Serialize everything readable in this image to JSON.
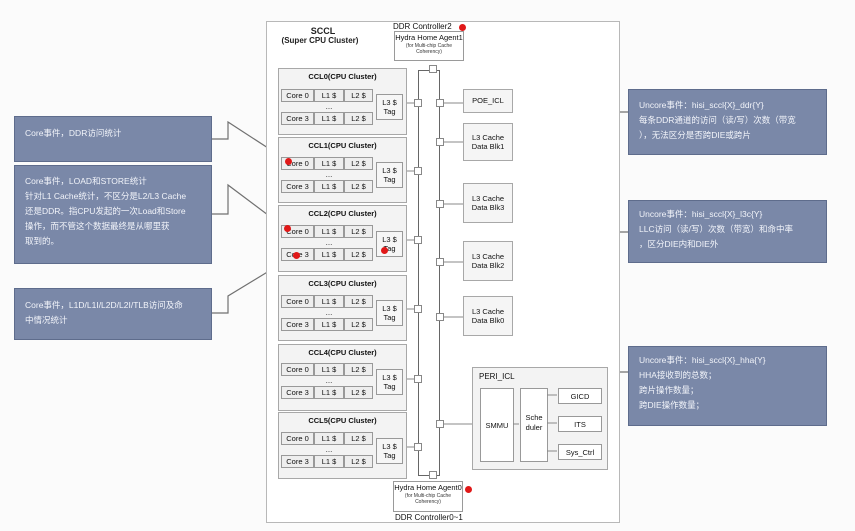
{
  "sccl": {
    "title": "SCCL",
    "subtitle": "(Super CPU Cluster)"
  },
  "ddr_top": "DDR Controller2",
  "ddr_bottom": "DDR Controller0~1",
  "hha_top": {
    "title": "Hydra Home Agent1",
    "sub1": "(for Multi-chip Cache",
    "sub2": "Coherency)"
  },
  "hha_bottom": {
    "title": "Hydra Home Agent0",
    "sub1": "(for Multi-chip Cache",
    "sub2": "Coherency)"
  },
  "clusters": [
    {
      "title": "CCL0(CPU Cluster)"
    },
    {
      "title": "CCL1(CPU Cluster)"
    },
    {
      "title": "CCL2(CPU Cluster)"
    },
    {
      "title": "CCL3(CPU Cluster)"
    },
    {
      "title": "CCL4(CPU Cluster)"
    },
    {
      "title": "CCL5(CPU Cluster)"
    }
  ],
  "cluster_cells": {
    "core0": "Core 0",
    "core3": "Core 3",
    "l1": "L1 $",
    "l2": "L2 $",
    "dots": "...",
    "l3a": "L3 $",
    "l3b": "Tag"
  },
  "poe": "POE_ICL",
  "l3_blocks": [
    {
      "line1": "L3 Cache",
      "line2": "Data Blk1"
    },
    {
      "line1": "L3 Cache",
      "line2": "Data Blk3"
    },
    {
      "line1": "L3 Cache",
      "line2": "Data Blk2"
    },
    {
      "line1": "L3 Cache",
      "line2": "Data Blk0"
    }
  ],
  "peri": {
    "title": "PERI_ICL",
    "smmu": "SMMU",
    "sched1": "Sche",
    "sched2": "duler",
    "gicd": "GICD",
    "its": "ITS",
    "sysctrl": "Sys_Ctrl"
  },
  "callouts": {
    "left1": "Core事件，DDR访问统计",
    "left2": [
      "Core事件，LOAD和STORE统计",
      "针对L1 Cache统计，不区分是L2/L3 Cache",
      "还是DDR。指CPU发起的一次Load和Store",
      "操作，而不管这个数据最终是从哪里获",
      "取到的。"
    ],
    "left3": [
      "Core事件，L1D/L1I/L2D/L2I/TLB访问及命",
      "中情况统计"
    ],
    "right1": [
      "Uncore事件：hisi_sccl{X}_ddr{Y}",
      "每条DDR通道的访问（读/写）次数（带宽",
      "），无法区分是否跨DIE或跨片"
    ],
    "right2": [
      "Uncore事件：hisi_sccl{X}_l3c{Y}",
      "LLC访问（读/写）次数（带宽）和命中率",
      "，区分DIE内和DIE外"
    ],
    "right3": [
      "Uncore事件：hisi_sccl{X}_hha{Y}",
      "HHA接收到的总数；",
      "跨片操作数量；",
      "跨DIE操作数量；"
    ]
  },
  "colors": {
    "callout": "#7a88a8",
    "marker": "#e01818"
  }
}
